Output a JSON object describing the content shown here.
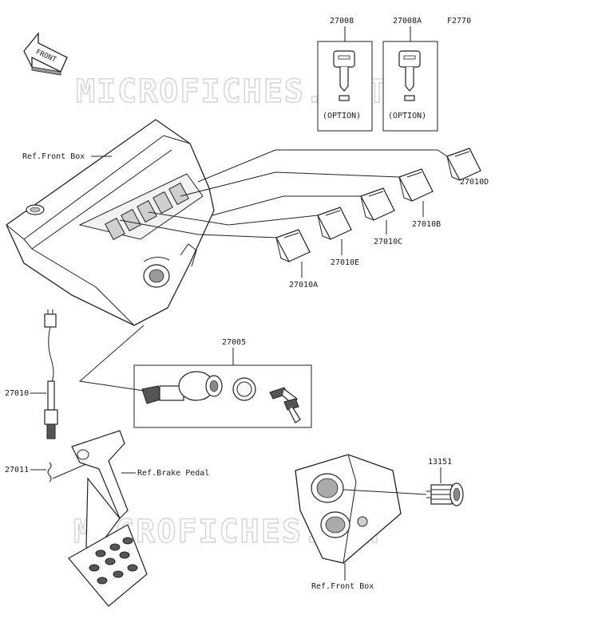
{
  "figure_code": "F2770",
  "front_indicator": "FRONT",
  "watermark": "MICROFICHES.NET",
  "parts": {
    "key_a": "27008",
    "key_b": "27008A",
    "option_a": "(OPTION)",
    "option_b": "(OPTION)",
    "switch_d": "27010D",
    "switch_b": "27010B",
    "switch_c": "27010C",
    "switch_e": "27010E",
    "switch_a": "27010A",
    "ignition_set": "27005",
    "brake_switch": "27010",
    "spring": "27011",
    "socket": "13151"
  },
  "refs": {
    "front_box_top": "Ref.Front Box",
    "brake_pedal": "Ref.Brake Pedal",
    "front_box_bottom": "Ref.Front Box"
  }
}
